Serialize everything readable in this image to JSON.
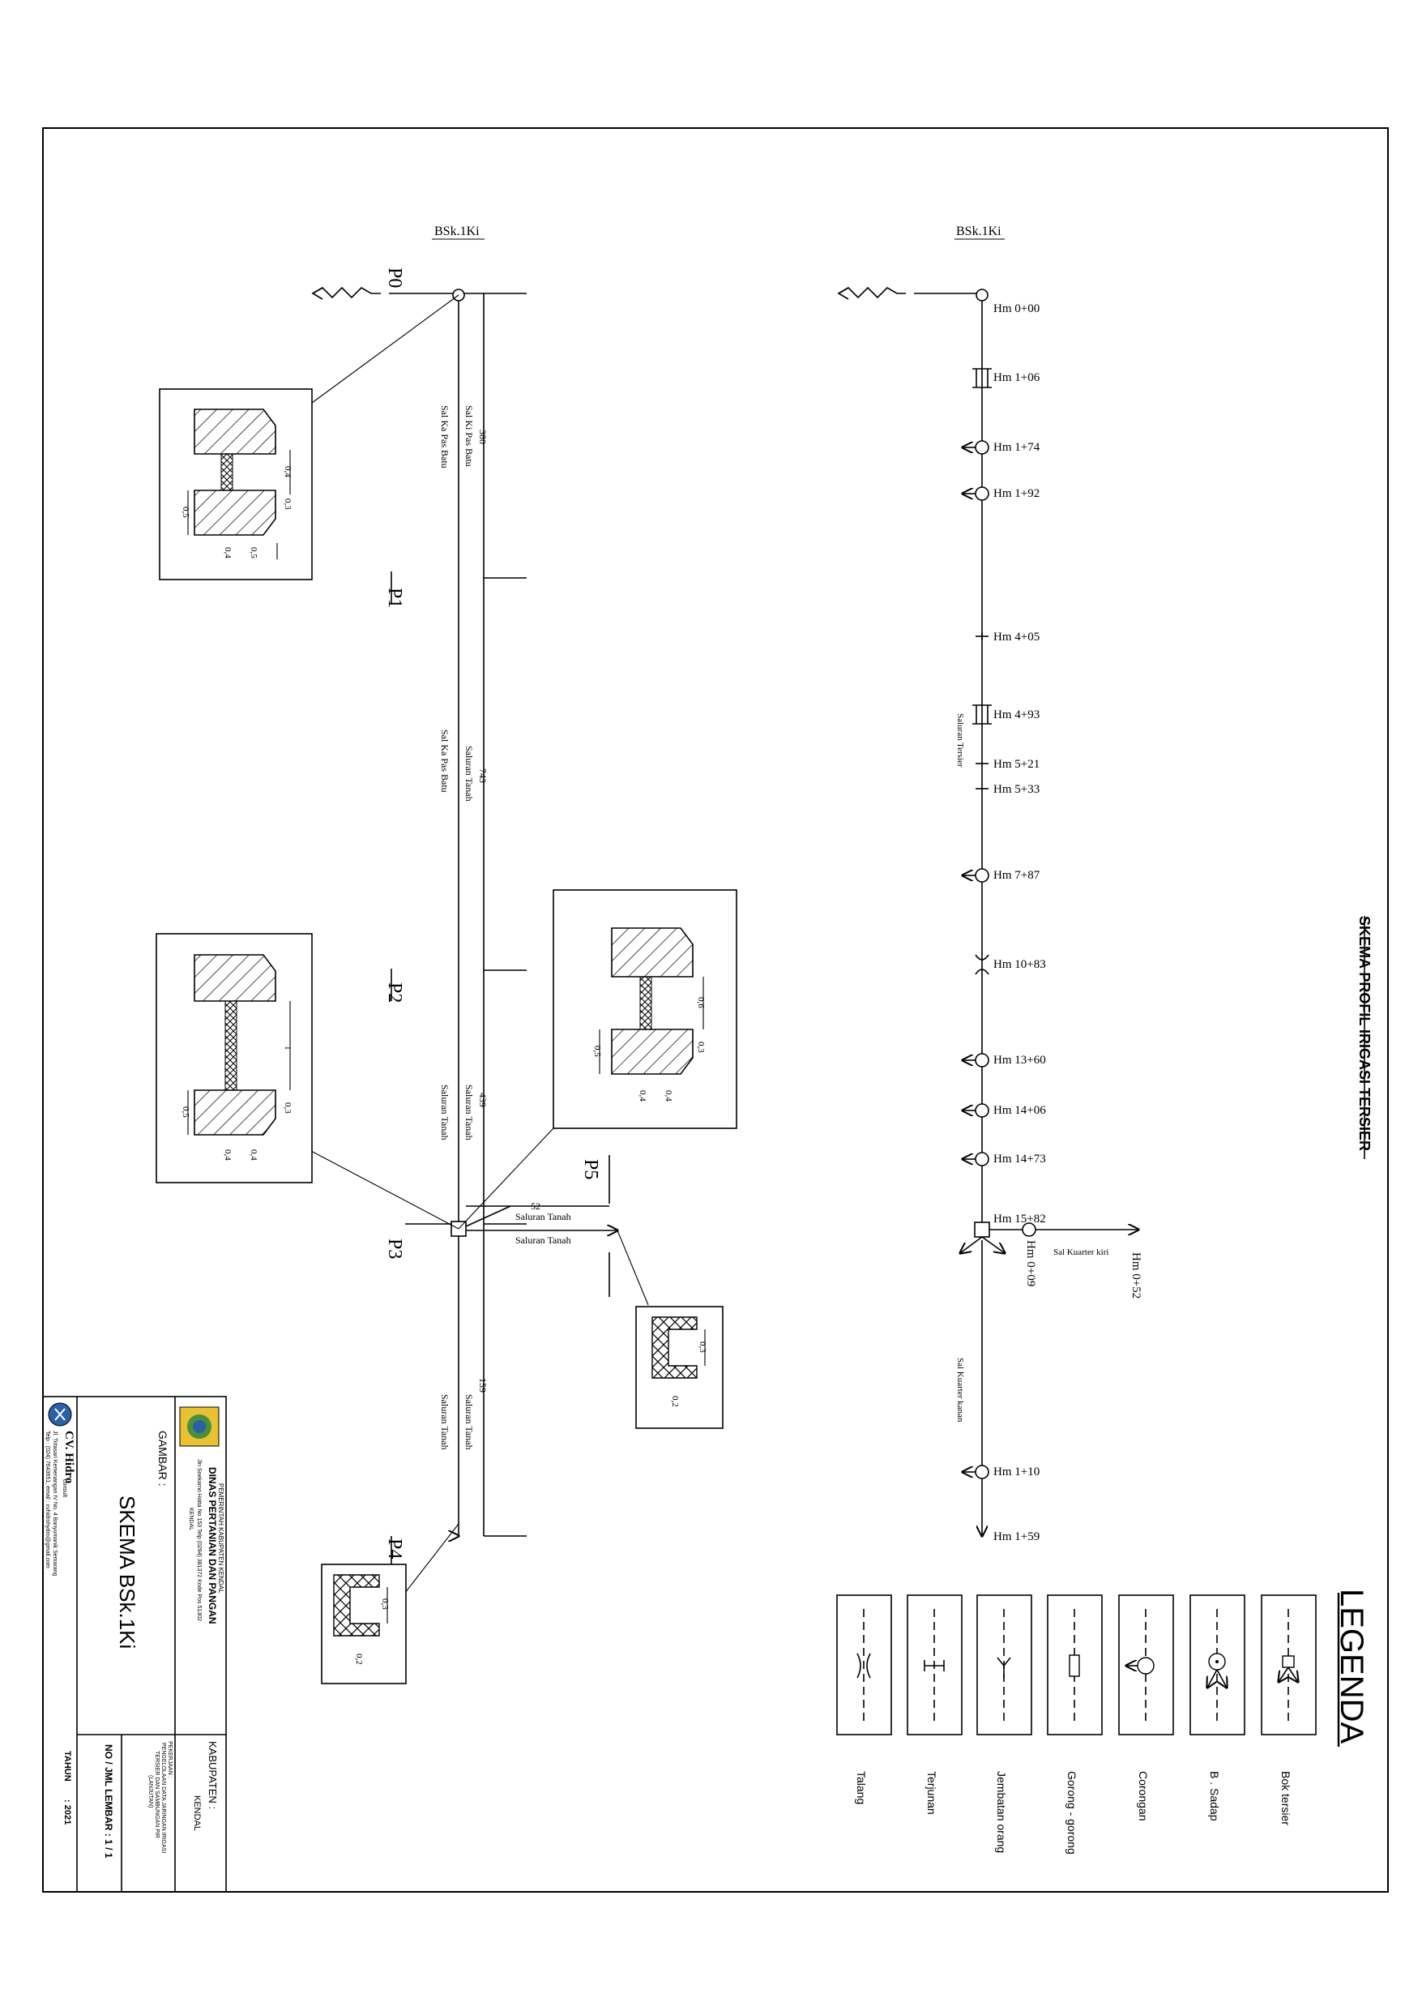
{
  "diagram_title": "SKEMA PROFIL IRIGASI TERSIER",
  "left_scheme": {
    "top_label": "BSk.1Ki",
    "points": [
      "P0",
      "P1",
      "P2",
      "P3",
      "P4",
      "P5"
    ],
    "segments": [
      {
        "length": "380",
        "name_right": "Sal Ki Pas Batu",
        "name_left": "Sal Ka Pas Batu"
      },
      {
        "length": "743",
        "name_right": "Saluran Tanah",
        "name_left": "Sal Ka Pas Batu"
      },
      {
        "length": "439",
        "name_right": "Saluran Tanah",
        "name_left": "Saluran Tanah"
      },
      {
        "length": "159",
        "name_right": "Saluran Tanah",
        "name_left": "Saluran Tanah"
      }
    ],
    "branch": {
      "length": "52",
      "label_top": "Saluran Tanah",
      "label_bottom": "Saluran Tanah"
    },
    "sections": [
      {
        "dims": [
          "0,4",
          "0,3",
          "0,5",
          "0,4",
          "0,5"
        ]
      },
      {
        "dims": [
          "1",
          "0,3",
          "0,5",
          "0,4",
          "0,4"
        ]
      },
      {
        "dims": [
          "0,6",
          "0,3",
          "0,5",
          "0,4",
          "0,4"
        ]
      },
      {
        "dims": [
          "0,3",
          "0,2"
        ]
      },
      {
        "dims": [
          "0,3",
          "0,2"
        ]
      }
    ]
  },
  "right_scheme": {
    "top_label": "BSk.1Ki",
    "stations": [
      "Hm 0+00",
      "Hm 1+06",
      "Hm 1+74",
      "Hm 1+92",
      "Hm 4+05",
      "Hm 4+93",
      "Hm 5+21",
      "Hm 5+33",
      "Hm 7+87",
      "Hm 10+83",
      "Hm 13+60",
      "Hm 14+06",
      "Hm 14+73",
      "Hm 15+82",
      "Hm 1+10",
      "Hm 1+59"
    ],
    "branch_stations": [
      "Hm 0+09",
      "Hm 0+52"
    ],
    "channel_labels": [
      "Saluran Tersier",
      "Sal Kuarter kiri",
      "Sal Kuarter kanan"
    ]
  },
  "legend": {
    "title": "LEGENDA",
    "items": [
      "Bok tersier",
      "B . Sadap",
      "Corongan",
      "Gorong - gorong",
      "Jembatan orang",
      "Terjunan",
      "Talang"
    ]
  },
  "title_block": {
    "gov_line1": "PEMERINTAH KABUPATEN KENDAL",
    "gov_line2": "DINAS PERTANIAN DAN PANGAN",
    "gov_line3": "Jln Soekarno Hatta No 153 Telp (0294) 381372 Kode Pos 51302",
    "gov_line4": "KENDAL",
    "kabupaten_label": "KABUPATEN :",
    "kabupaten_value": "KENDAL",
    "pekerjaan_label": "PEKERJAAN :",
    "pekerjaan_value1": "PENGELOLAAN DATA JARINGAN IRIGASI",
    "pekerjaan_value2": "TERSIER DAN SAMBUNGAN PIR",
    "pekerjaan_value3": "(LANJUTAN)",
    "gambar_label": "GAMBAR :",
    "gambar_value": "SKEMA BSk.1Ki",
    "lembar_label": "NO / JML LEMBAR : 1 / 1",
    "tahun_label": "TAHUN",
    "tahun_value": ": 2021",
    "company": "CV. Hidro",
    "company_sub": "consult",
    "address1": "Jl. Tirtasari Kemenangan IV No. 4 Banyumanik Semarang",
    "address2": "Telp : (024) 7643651, email : cvhidrohydro@gmail.com"
  },
  "colors": {
    "line": "#000000",
    "logo_yellow": "#e8c232",
    "logo_green": "#4a8f3c",
    "logo_blue": "#2b5fa6"
  }
}
